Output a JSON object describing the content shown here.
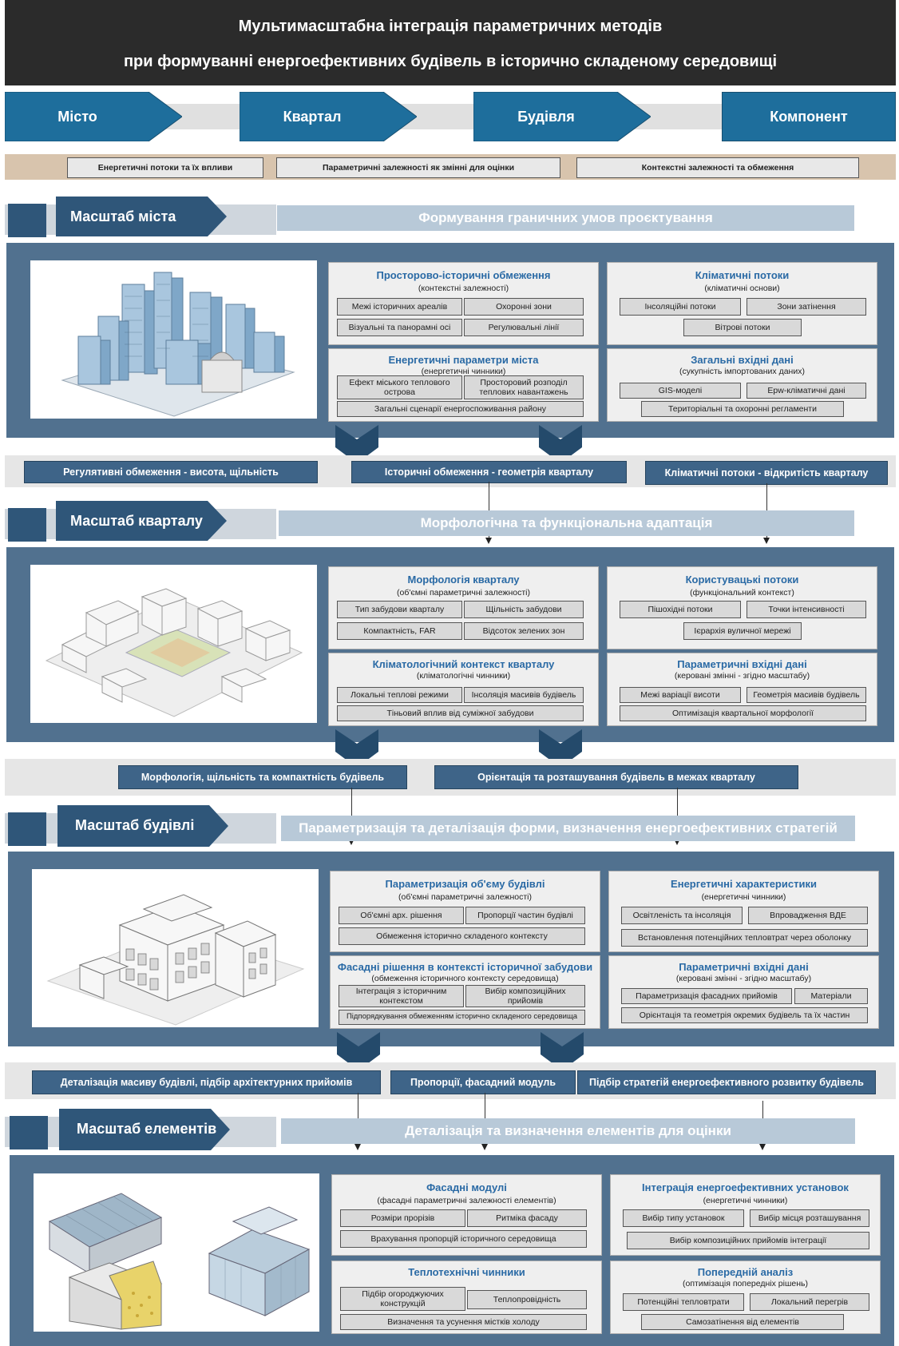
{
  "title": {
    "line1": "Мультимасштабна інтеграція параметричних методів",
    "line2": "при формуванні енергоефективних будівель в історично складеному середовищі"
  },
  "stages": [
    "Місто",
    "Квартал",
    "Будівля",
    "Компонент"
  ],
  "aspects": [
    "Енергетичні потоки та їх впливи",
    "Параметричні залежності як змінні для оцінки",
    "Контекстні залежності та обмеження"
  ],
  "colors": {
    "dark": "#2b2b2b",
    "stage_blue": "#1e6e9c",
    "navy": "#2f5679",
    "panel": "#51718f",
    "card_title": "#2a6aa5",
    "tan": "#d8c4ad"
  },
  "scales": [
    {
      "label": "Масштаб міста",
      "subtitle": "Формування граничних умов проєктування",
      "image": "city-skyline-illustration",
      "cards": [
        {
          "title": "Просторово-історичні обмеження",
          "sub": "(контекстні залежності)",
          "chips": [
            "Межі історичних ареалів",
            "Охоронні зони",
            "Візуальні та панорамні осі",
            "Регулювальні лінії"
          ]
        },
        {
          "title": "Кліматичні потоки",
          "sub": "(кліматичні основи)",
          "chips": [
            "Інсоляційні потоки",
            "Зони затінення",
            "Вітрові потоки"
          ]
        },
        {
          "title": "Енергетичні параметри міста",
          "sub": "(енергетичні чинники)",
          "chips": [
            "Ефект міського теплового острова",
            "Просторовий розподіл теплових навантажень",
            "Загальні сценарії енергоспоживання району"
          ]
        },
        {
          "title": "Загальні вхідні дані",
          "sub": "(сукупність імпортованих даних)",
          "chips": [
            "GIS-моделі",
            "Epw-кліматичні дані",
            "Територіальні та охоронні регламенти"
          ]
        }
      ],
      "outputs": [
        "Регулятивні обмеження - висота, щільність",
        "Історичні обмеження - геометрія кварталу",
        "Кліматичні потоки - відкритість кварталу"
      ]
    },
    {
      "label": "Масштаб кварталу",
      "subtitle": "Морфологічна та функціональна адаптація",
      "image": "block-isometric-illustration",
      "cards": [
        {
          "title": "Морфологія кварталу",
          "sub": "(об'ємні параметричні залежності)",
          "chips": [
            "Тип забудови кварталу",
            "Щільність забудови",
            "Компактність, FAR",
            "Відсоток зелених зон"
          ]
        },
        {
          "title": "Користувацькі потоки",
          "sub": "(функціональний контекст)",
          "chips": [
            "Пішохідні потоки",
            "Точки інтенсивності",
            "Ієрархія вуличної мережі"
          ]
        },
        {
          "title": "Кліматологічний контекст кварталу",
          "sub": "(кліматологічні чинники)",
          "chips": [
            "Локальні теплові режими",
            "Інсоляція масивів будівель",
            "Тіньовий вплив від суміжної забудови"
          ]
        },
        {
          "title": "Параметричні вхідні дані",
          "sub": "(керовані змінні - згідно масштабу)",
          "chips": [
            "Межі варіації висоти",
            "Геометрія масивів будівель",
            "Оптимізація квартальної морфології"
          ]
        }
      ],
      "outputs": [
        "Морфологія, щільність та компактність будівель",
        "Орієнтація та розташування будівель в межах кварталу"
      ]
    },
    {
      "label": "Масштаб будівлі",
      "subtitle": "Параметризація та деталізація форми, визначення енергоефективних стратегій",
      "image": "building-isometric-illustration",
      "cards": [
        {
          "title": "Параметризація об'єму будівлі",
          "sub": "(об'ємні параметричні залежності)",
          "chips": [
            "Об'ємні арх. рішення",
            "Пропорції частин будівлі",
            "Обмеження історично складеного контексту"
          ]
        },
        {
          "title": "Енергетичні характеристики",
          "sub": "(енергетичні чинники)",
          "chips": [
            "Освітленість та інсоляція",
            "Впровадження ВДЕ",
            "Встановлення потенційних тепловтрат через оболонку"
          ]
        },
        {
          "title": "Фасадні рішення в контексті історичної забудови",
          "sub": "(обмеження історичного контексту середовища)",
          "chips": [
            "Інтеграція з історичним контекстом",
            "Вибір композиційних прийомів",
            "Підпорядкування обмеженням історично складеного середовища"
          ]
        },
        {
          "title": "Параметричні вхідні дані",
          "sub": "(керовані змінні - згідно масштабу)",
          "chips": [
            "Параметризація фасадних прийомів",
            "Матеріали",
            "Орієнтація та геометрія окремих будівель та їх частин"
          ]
        }
      ],
      "outputs": [
        "Деталізація масиву будівлі, підбір архітектурних прийомів",
        "Пропорції, фасадний модуль",
        "Підбір стратегій енергоефективного розвитку будівель"
      ]
    },
    {
      "label": "Масштаб елементів",
      "subtitle": "Деталізація та визначення елементів для оцінки",
      "image": "building-elements-illustration",
      "cards": [
        {
          "title": "Фасадні модулі",
          "sub": "(фасадні параметричні залежності елементів)",
          "chips": [
            "Розміри прорізів",
            "Ритміка фасаду",
            "Врахування пропорцій історичного середовища"
          ]
        },
        {
          "title": "Інтеграція енергоефективних установок",
          "sub": "(енергетичні чинники)",
          "chips": [
            "Вибір типу установок",
            "Вибір місця розташування",
            "Вибір композиційних прийомів інтеграції"
          ]
        },
        {
          "title": "Теплотехнічні чинники",
          "sub": "",
          "chips": [
            "Підбір огороджуючих конструкцій",
            "Теплопровідність",
            "Визначення та усунення містків холоду"
          ]
        },
        {
          "title": "Попередній аналіз",
          "sub": "(оптимізація попередніх рішень)",
          "chips": [
            "Потенційні тепловтрати",
            "Локальний перегрів",
            "Самозатінення від елементів"
          ]
        }
      ]
    }
  ]
}
